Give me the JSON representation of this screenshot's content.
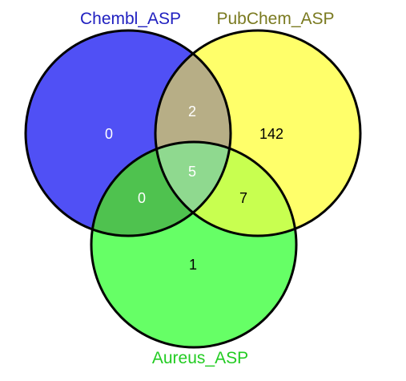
{
  "sets": {
    "chembl": {
      "label": "Chembl_ASP",
      "fill": "#5050f5",
      "label_color": "#2020c0"
    },
    "pubchem": {
      "label": "PubChem_ASP",
      "fill": "#ffff6a",
      "label_color": "#7a7a20"
    },
    "aureus": {
      "label": "Aureus_ASP",
      "fill": "#66ff66",
      "label_color": "#22cc22"
    }
  },
  "regions": {
    "chembl_only": "0",
    "pubchem_only": "142",
    "aureus_only": "1",
    "chembl_pubchem": "2",
    "chembl_aureus": "0",
    "pubchem_aureus": "7",
    "all_three": "5"
  },
  "colors": {
    "outline": "#000000",
    "count_on_dark": "#ffffff",
    "count_on_light": "#000000"
  }
}
